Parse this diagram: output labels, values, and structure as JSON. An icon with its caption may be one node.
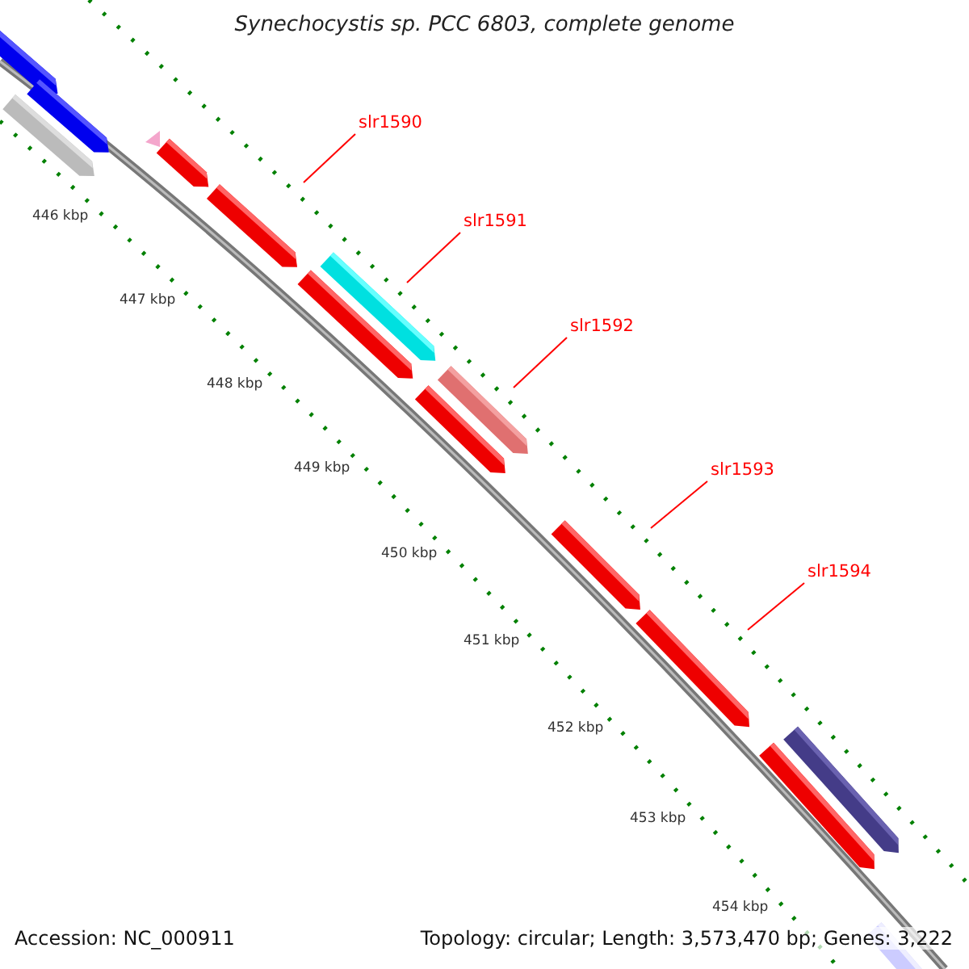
{
  "diagram": {
    "title": "Synechocystis sp. PCC 6803, complete genome",
    "nodes": [
      {
        "text": [
          "slr1590"
        ]
      },
      {
        "text": [
          "slr1591"
        ]
      },
      {
        "text": [
          "slr1592"
        ]
      },
      {
        "text": [
          "slr1593"
        ]
      },
      {
        "text": [
          "slr1594"
        ]
      }
    ],
    "edges": [
      {
        "from": 0,
        "to": null,
        "arrow": "none"
      },
      {
        "from": 1,
        "to": null,
        "arrow": "none"
      },
      {
        "from": 2,
        "to": null,
        "arrow": "none"
      },
      {
        "from": 3,
        "to": null,
        "arrow": "none"
      },
      {
        "from": 4,
        "to": null,
        "arrow": "none"
      }
    ],
    "labels": [
      "446 kbp",
      "447 kbp",
      "448 kbp",
      "449 kbp",
      "450 kbp",
      "451 kbp",
      "452 kbp",
      "453 kbp",
      "454 kbp",
      "Accession: NC_000911",
      "Topology: circular; Length: 3,573,470 bp; Genes: 3,222"
    ]
  }
}
